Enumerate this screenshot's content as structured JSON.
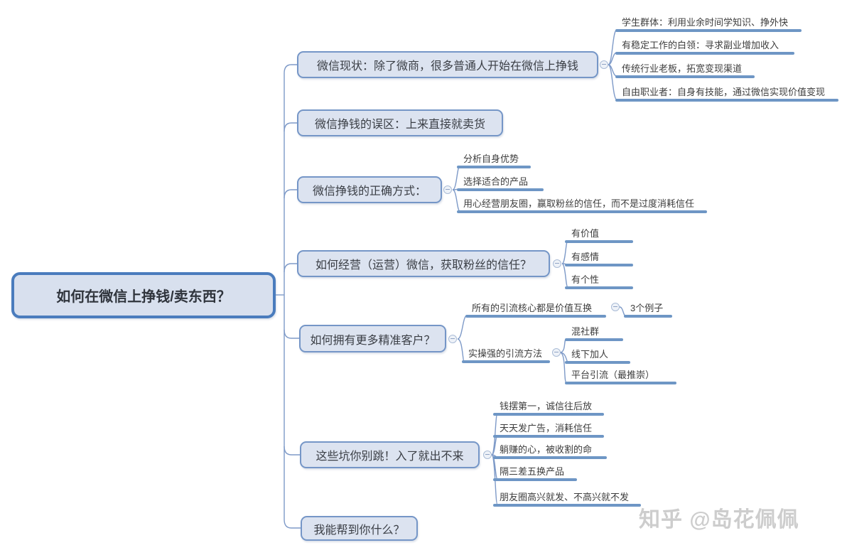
{
  "root": {
    "label": "如何在微信上挣钱/卖东西？"
  },
  "branches": [
    {
      "label": "微信现状：除了微商，很多普通人开始在微信上挣钱",
      "children": [
        "学生群体：利用业余时间学知识、挣外快",
        "有稳定工作的白领：寻求副业增加收入",
        "传统行业老板，拓宽变现渠道",
        "自由职业者：自身有技能，通过微信实现价值变现"
      ]
    },
    {
      "label": "微信挣钱的误区：上来直接就卖货"
    },
    {
      "label": "微信挣钱的正确方式：",
      "children": [
        "分析自身优势",
        "选择适合的产品",
        "用心经营朋友圈，赢取粉丝的信任，而不是过度消耗信任"
      ]
    },
    {
      "label": "如何经营（运营）微信，获取粉丝的信任？",
      "children": [
        "有价值",
        "有感情",
        "有个性"
      ]
    },
    {
      "label": "如何拥有更多精准客户？",
      "children": [
        {
          "label": "所有的引流核心都是价值互换",
          "children": [
            "3个例子"
          ]
        },
        {
          "label": "实操强的引流方法",
          "children": [
            "混社群",
            "线下加人",
            "平台引流（最推崇）"
          ]
        }
      ]
    },
    {
      "label": "这些坑你别跳！入了就出不来",
      "children": [
        "钱摆第一，诚信往后放",
        "天天发广告，消耗信任",
        "躺赚的心，被收割的命",
        "隔三差五换产品",
        "朋友圈高兴就发、不高兴就不发"
      ]
    },
    {
      "label": "我能帮到你什么？"
    }
  ],
  "watermark": {
    "text": "知乎 @岛花佩佩"
  },
  "colors": {
    "node_fill": "#dce3f0",
    "node_border": "#7596c7",
    "root_border": "#4a7cbd",
    "underline": "#6e96c5",
    "connector": "#7e9ac8",
    "text": "#3d3d3d",
    "watermark": "#cdcdcd"
  }
}
